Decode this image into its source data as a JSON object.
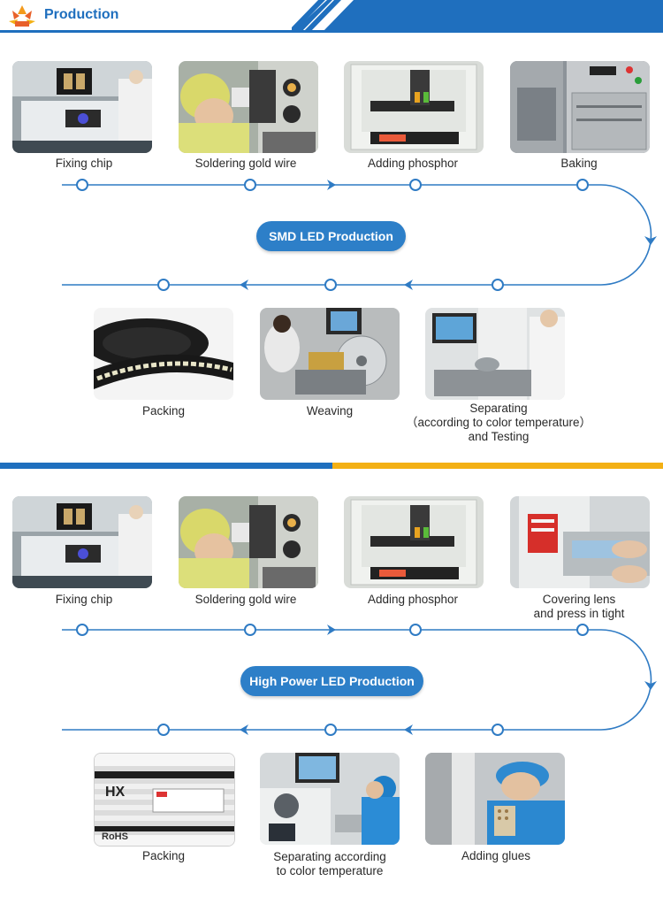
{
  "header": {
    "title": "Production"
  },
  "colors": {
    "brand_blue": "#1f6fbe",
    "accent_yellow": "#f3b014",
    "line_blue": "#2f7bc4"
  },
  "smd": {
    "label": "SMD LED Production",
    "steps_top": [
      "Fixing chip",
      "Soldering gold wire",
      "Adding phosphor",
      "Baking"
    ],
    "steps_bottom": [
      "Packing",
      "Weaving"
    ],
    "separating": [
      "Separating",
      "（according to color temperature）",
      "and Testing"
    ]
  },
  "hp": {
    "label": "High Power LED Production",
    "steps_top": [
      "Fixing chip",
      "Soldering gold wire",
      "Adding phosphor"
    ],
    "covering": [
      "Covering lens",
      "and press in tight"
    ],
    "steps_bottom": [
      "Packing",
      "Adding glues"
    ],
    "separating": [
      "Separating according",
      "to color temperature"
    ]
  },
  "photos": {
    "packing_brand": "HX",
    "packing_mark": "RoHS"
  }
}
